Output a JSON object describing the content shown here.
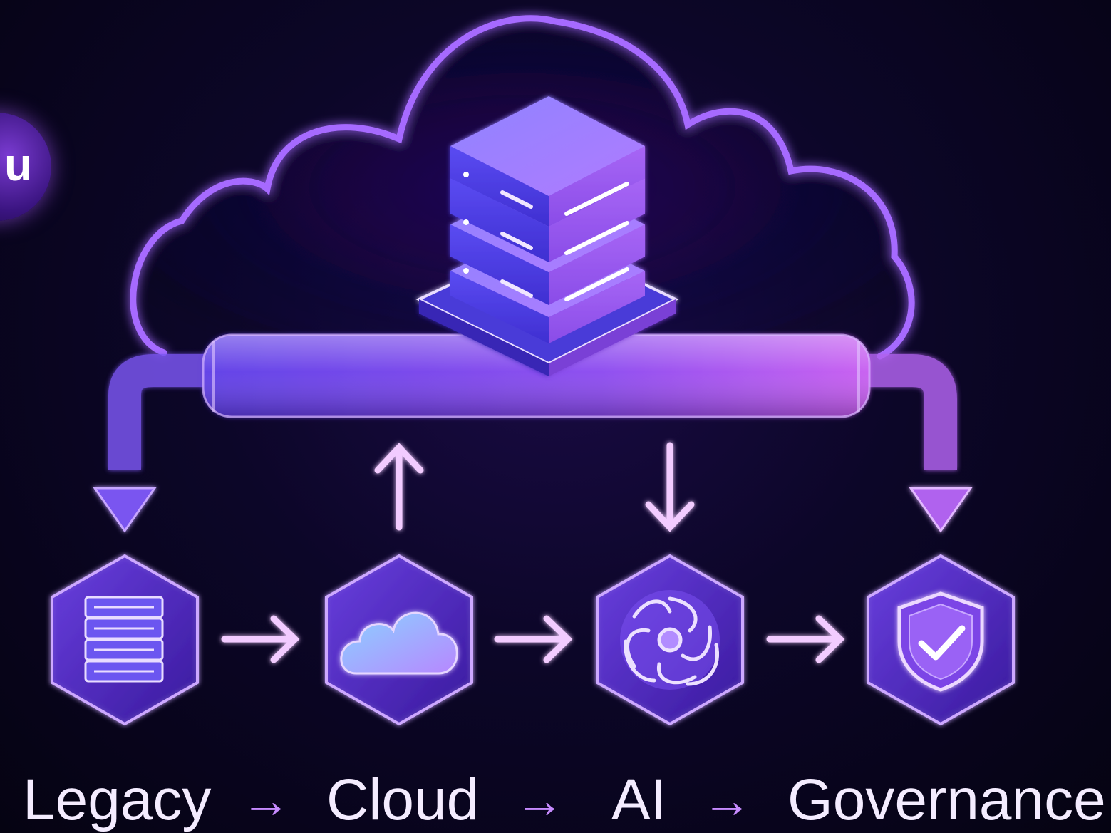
{
  "badge": {
    "letter": "u"
  },
  "flow": {
    "steps": [
      {
        "label": "Legacy",
        "icon": "server-rack-icon"
      },
      {
        "label": "Cloud",
        "icon": "cloud-icon"
      },
      {
        "label": "AI",
        "icon": "ai-brain-icon"
      },
      {
        "label": "Governance",
        "icon": "shield-check-icon"
      }
    ],
    "arrow": "→"
  },
  "colors": {
    "background": "#07041a",
    "accent": "#b26bff",
    "glow": "#d9a6ff",
    "text": "#f4ecff"
  }
}
